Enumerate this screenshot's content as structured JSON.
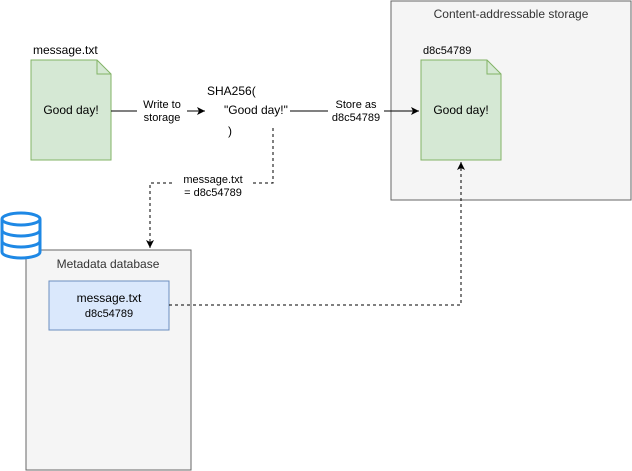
{
  "storage": {
    "title": "Content-addressable storage"
  },
  "file": {
    "name": "message.txt",
    "content": "Good day!"
  },
  "stored_file": {
    "name": "d8c54789",
    "content": "Good day!"
  },
  "hash": {
    "line1": "SHA256(",
    "line2": "\"Good day!\"",
    "line3": ")"
  },
  "edges": {
    "write": {
      "line1": "Write to",
      "line2": "storage"
    },
    "store": {
      "line1": "Store as",
      "line2": "d8c54789"
    },
    "mapping": {
      "line1": "message.txt",
      "line2": "= d8c54789"
    }
  },
  "metadata": {
    "title": "Metadata database",
    "record": {
      "line1": "message.txt",
      "line2": "d8c54789"
    }
  },
  "icons": {
    "database": "database-icon"
  },
  "colors": {
    "doc_fill": "#d5e8d4",
    "doc_stroke": "#82b366",
    "record_fill": "#dae8fc",
    "record_stroke": "#6c8ebf",
    "container_fill": "#f5f5f5",
    "container_stroke": "#666666",
    "db_stroke": "#1e88e5"
  }
}
